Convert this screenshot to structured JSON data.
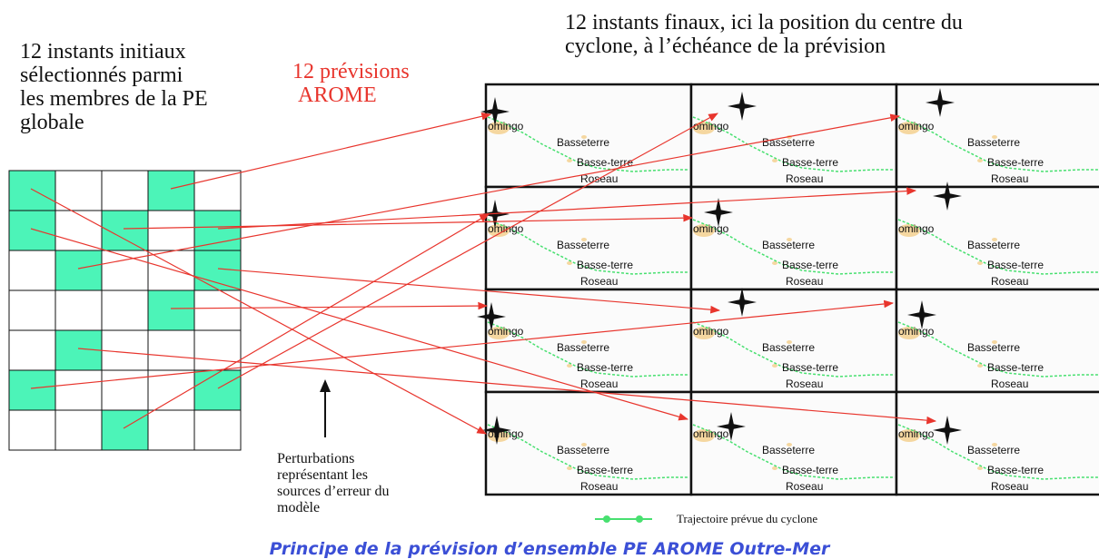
{
  "initial_label": [
    "12 instants initiaux",
    "sélectionnés parmi",
    "les membres de la PE",
    "globale"
  ],
  "forecast_label": [
    "12 prévisions",
    "AROME"
  ],
  "final_label": [
    "12 instants finaux, ici la position du centre du",
    "cyclone, à l’échéance de la prévision"
  ],
  "perturbation_label": [
    "Perturbations",
    "représentant les",
    "sources d’erreur du",
    "modèle"
  ],
  "map_labels": {
    "town_partial": "omingo",
    "basseterre": "Basseterre",
    "basse_terre": "Basse-terre",
    "roseau": "Roseau"
  },
  "legend_label": "Trajectoire prévue du cyclone",
  "caption": "Principe de la prévision d’ensemble PE AROME Outre-Mer",
  "colors": {
    "cell_fill": "#4cf4b8",
    "arrow": "#e8352d",
    "track": "#48e070",
    "caption": "#3b4fd6",
    "island": "#f5d7a0"
  },
  "grid": {
    "rows": 7,
    "cols": 5,
    "filled_cells": [
      [
        0,
        0
      ],
      [
        0,
        3
      ],
      [
        1,
        0
      ],
      [
        1,
        2
      ],
      [
        1,
        4
      ],
      [
        2,
        1
      ],
      [
        2,
        4
      ],
      [
        3,
        3
      ],
      [
        4,
        1
      ],
      [
        5,
        0
      ],
      [
        5,
        4
      ],
      [
        6,
        2
      ]
    ]
  },
  "panels": {
    "rows": 4,
    "cols": 3
  }
}
